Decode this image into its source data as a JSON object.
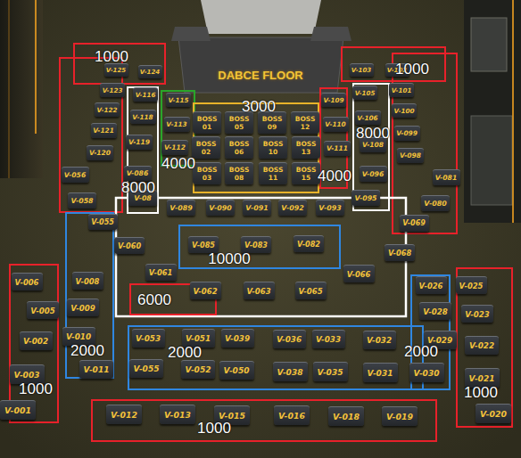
{
  "diagram": {
    "nodes": [
      {
        "text": [
          "1000"
        ]
      },
      {
        "text": [
          "V-125"
        ],
        "in": 0
      },
      {
        "text": [
          "V-124"
        ],
        "in": 0
      },
      {
        "text": [
          "8000"
        ]
      },
      {
        "text": [
          "V-116"
        ],
        "in": 3
      },
      {
        "text": [
          "V-118"
        ],
        "in": 3
      },
      {
        "text": [
          "V-119"
        ],
        "in": 3
      },
      {
        "text": [
          "V-086"
        ],
        "in": 3
      },
      {
        "text": [
          "V-08"
        ],
        "in": 3
      },
      {
        "text": [
          "4000"
        ]
      },
      {
        "text": [
          "V-115"
        ],
        "in": 9
      },
      {
        "text": [
          "V-113"
        ],
        "in": 9
      },
      {
        "text": [
          "V-112"
        ],
        "in": 9
      },
      {
        "text": [
          "3000"
        ]
      },
      {
        "text": [
          "BOSS 01"
        ],
        "in": 13
      },
      {
        "text": [
          "BOSS 05"
        ],
        "in": 13
      },
      {
        "text": [
          "BOSS 09"
        ],
        "in": 13
      },
      {
        "text": [
          "BOSS 12"
        ],
        "in": 13
      },
      {
        "text": [
          "BOSS 02"
        ],
        "in": 13
      },
      {
        "text": [
          "BOSS 06"
        ],
        "in": 13
      },
      {
        "text": [
          "BOSS 10"
        ],
        "in": 13
      },
      {
        "text": [
          "BOSS 13"
        ],
        "in": 13
      },
      {
        "text": [
          "BOSS 03"
        ],
        "in": 13
      },
      {
        "text": [
          "BOSS 08"
        ],
        "in": 13
      },
      {
        "text": [
          "BOSS 11"
        ],
        "in": 13
      },
      {
        "text": [
          "BOSS 15"
        ],
        "in": 13
      },
      {
        "text": [
          "4000"
        ]
      },
      {
        "text": [
          "V-109"
        ],
        "in": 26
      },
      {
        "text": [
          "V-110"
        ],
        "in": 26
      },
      {
        "text": [
          "V-111"
        ],
        "in": 26
      },
      {
        "text": [
          "8000"
        ]
      },
      {
        "text": [
          "V-105"
        ],
        "in": 30
      },
      {
        "text": [
          "V-106"
        ],
        "in": 30
      },
      {
        "text": [
          "V-108"
        ],
        "in": 30
      },
      {
        "text": [
          "V-096"
        ],
        "in": 30
      },
      {
        "text": [
          "V-095"
        ],
        "in": 30
      },
      {
        "text": [
          "1000"
        ]
      },
      {
        "text": [
          "V-103"
        ],
        "in": 36
      },
      {
        "text": [
          "V-102"
        ],
        "in": 36
      },
      {
        "text": [
          "V-123"
        ]
      },
      {
        "text": [
          "V-122"
        ]
      },
      {
        "text": [
          "V-121"
        ]
      },
      {
        "text": [
          "V-120"
        ]
      },
      {
        "text": [
          "V-056"
        ]
      },
      {
        "text": [
          "V-058"
        ]
      },
      {
        "text": [
          "V-101"
        ]
      },
      {
        "text": [
          "V-100"
        ]
      },
      {
        "text": [
          "V-099"
        ]
      },
      {
        "text": [
          "V-098"
        ]
      },
      {
        "text": [
          "V-081"
        ]
      },
      {
        "text": [
          "V-080"
        ]
      },
      {
        "text": [
          "V-069"
        ]
      },
      {
        "text": [
          "V-089"
        ]
      },
      {
        "text": [
          "V-090"
        ]
      },
      {
        "text": [
          "V-091"
        ]
      },
      {
        "text": [
          "V-092"
        ]
      },
      {
        "text": [
          "V-093"
        ]
      },
      {
        "text": [
          "10000"
        ]
      },
      {
        "text": [
          "V-085"
        ],
        "in": 57
      },
      {
        "text": [
          "V-083"
        ],
        "in": 57
      },
      {
        "text": [
          "V-082"
        ],
        "in": 57
      },
      {
        "text": [
          "V-060"
        ]
      },
      {
        "text": [
          "V-068"
        ]
      },
      {
        "text": [
          "V-061"
        ]
      },
      {
        "text": [
          "V-066"
        ]
      },
      {
        "text": [
          "6000"
        ]
      },
      {
        "text": [
          "V-062"
        ],
        "in": 65
      },
      {
        "text": [
          "V-063"
        ]
      },
      {
        "text": [
          "V-065"
        ]
      },
      {
        "text": [
          "2000"
        ]
      },
      {
        "text": [
          "V-055"
        ],
        "in": 69
      },
      {
        "text": [
          "V-008"
        ],
        "in": 69
      },
      {
        "text": [
          "V-009"
        ],
        "in": 69
      },
      {
        "text": [
          "V-010"
        ],
        "in": 69
      },
      {
        "text": [
          "V-011"
        ],
        "in": 69
      },
      {
        "text": [
          "1000"
        ]
      },
      {
        "text": [
          "V-006"
        ],
        "in": 75
      },
      {
        "text": [
          "V-005"
        ],
        "in": 75
      },
      {
        "text": [
          "V-002"
        ],
        "in": 75
      },
      {
        "text": [
          "V-003"
        ],
        "in": 75
      },
      {
        "text": [
          "V-001"
        ],
        "in": 75
      },
      {
        "text": [
          "2000"
        ]
      },
      {
        "text": [
          "V-053"
        ],
        "in": 81
      },
      {
        "text": [
          "V-051"
        ],
        "in": 81
      },
      {
        "text": [
          "V-039"
        ],
        "in": 81
      },
      {
        "text": [
          "V-036"
        ],
        "in": 81
      },
      {
        "text": [
          "V-033"
        ],
        "in": 81
      },
      {
        "text": [
          "V-032"
        ],
        "in": 81
      },
      {
        "text": [
          "V-055"
        ],
        "in": 81
      },
      {
        "text": [
          "V-052"
        ],
        "in": 81
      },
      {
        "text": [
          "V-050"
        ],
        "in": 81
      },
      {
        "text": [
          "V-038"
        ],
        "in": 81
      },
      {
        "text": [
          "V-035"
        ],
        "in": 81
      },
      {
        "text": [
          "V-031"
        ],
        "in": 81
      },
      {
        "text": [
          "2000"
        ]
      },
      {
        "text": [
          "V-026"
        ],
        "in": 94
      },
      {
        "text": [
          "V-028"
        ],
        "in": 94
      },
      {
        "text": [
          "V-029"
        ],
        "in": 94
      },
      {
        "text": [
          "V-030"
        ],
        "in": 94
      },
      {
        "text": [
          "1000"
        ]
      },
      {
        "text": [
          "V-025"
        ],
        "in": 99
      },
      {
        "text": [
          "V-023"
        ],
        "in": 99
      },
      {
        "text": [
          "V-022"
        ],
        "in": 99
      },
      {
        "text": [
          "V-021"
        ],
        "in": 99
      },
      {
        "text": [
          "V-020"
        ],
        "in": 99
      },
      {
        "text": [
          "1000"
        ]
      },
      {
        "text": [
          "V-012"
        ],
        "in": 105
      },
      {
        "text": [
          "V-013"
        ],
        "in": 105
      },
      {
        "text": [
          "V-015"
        ],
        "in": 105
      },
      {
        "text": [
          "V-016"
        ],
        "in": 105
      },
      {
        "text": [
          "V-018"
        ],
        "in": 105
      },
      {
        "text": [
          "V-019"
        ],
        "in": 105
      }
    ],
    "labels": [
      "DABCE FLOOR"
    ]
  }
}
